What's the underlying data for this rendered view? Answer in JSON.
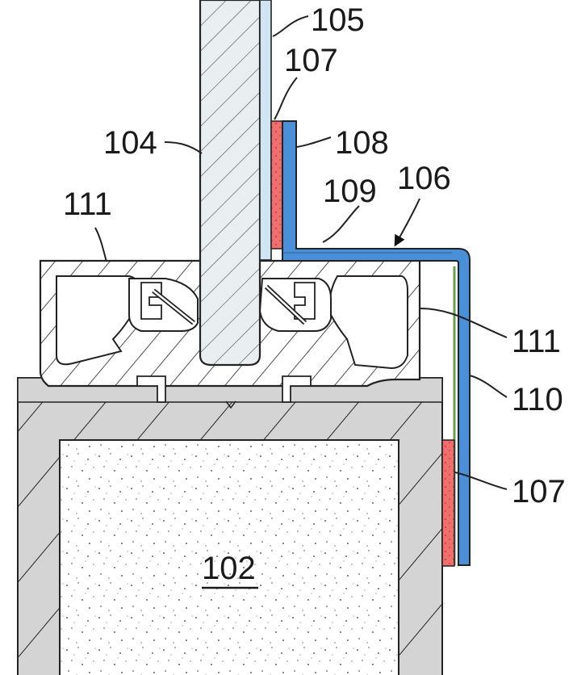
{
  "labels": {
    "l105": "105",
    "l107_top": "107",
    "l104": "104",
    "l108": "108",
    "l106": "106",
    "l109": "109",
    "l111_left": "111",
    "l111_right": "111",
    "l110": "110",
    "l107_bottom": "107",
    "l102": "102"
  },
  "colors": {
    "glass": "#e9eef0",
    "film": "#cfe6f2",
    "adhesive": "#f26d6d",
    "shield": "#4a90d9",
    "frame_gray": "#d4d4d4",
    "outline": "#222222",
    "green_layer": "#6e9f4e"
  }
}
